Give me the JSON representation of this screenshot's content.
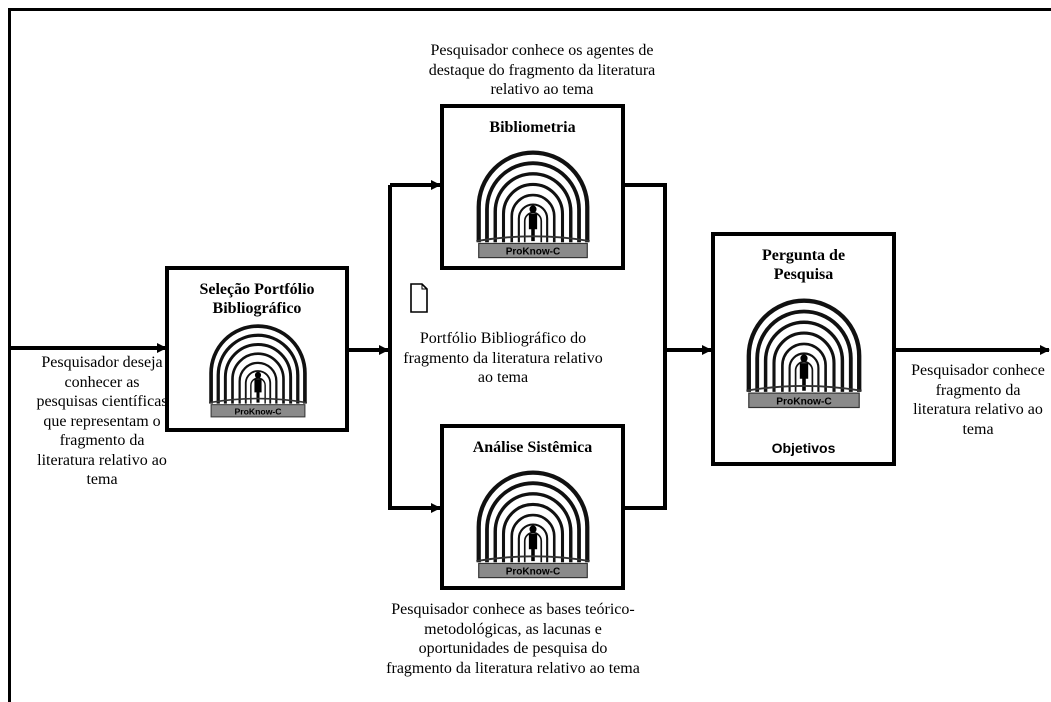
{
  "boxes": {
    "selecao": {
      "title": "Seleção Portfólio Bibliográfico"
    },
    "bibliometria": {
      "title": "Bibliometria"
    },
    "analise": {
      "title": "Análise Sistêmica"
    },
    "pergunta": {
      "title": "Pergunta de Pesquisa",
      "footer": "Objetivos"
    }
  },
  "logo_label": "ProKnow-C",
  "notes": {
    "input": "Pesquisador deseja conhecer as pesquisas científicas que representam o fragmento da literatura relativo ao tema",
    "bibliometria_top": "Pesquisador conhece os agentes de destaque do fragmento da literatura relativo ao tema",
    "portfolio": "Portfólio Bibliográfico do fragmento da literatura relativo ao tema",
    "analise_bottom": "Pesquisador conhece as bases teórico-metodológicas, as lacunas e oportunidades de pesquisa do fragmento da literatura relativo ao tema",
    "output": "Pesquisador conhece fragmento da literatura relativo ao tema"
  },
  "icons": {
    "document": "document-icon",
    "logo": "proknow-c-tunnel-logo"
  }
}
